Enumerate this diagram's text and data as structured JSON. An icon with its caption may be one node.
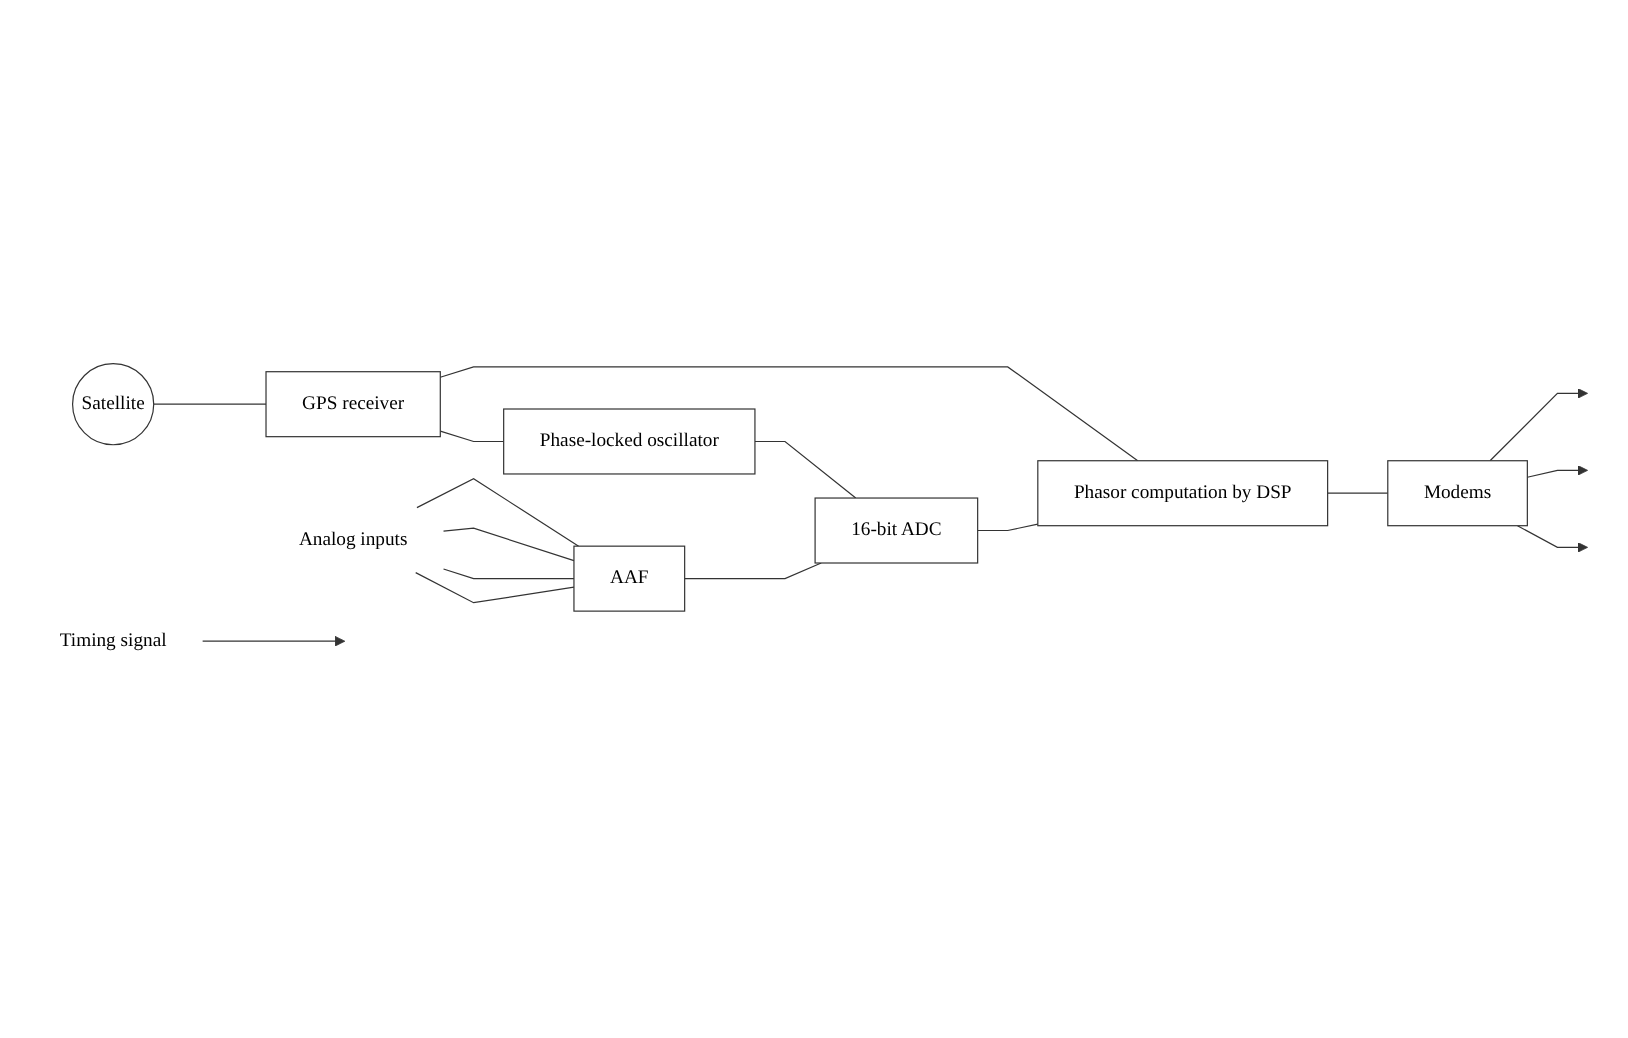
{
  "diagram": {
    "nodes": [
      {
        "text": [
          "Satellite"
        ]
      },
      {
        "text": [
          "GPS receiver"
        ]
      },
      {
        "text": [
          "Phase-locked oscillator"
        ]
      },
      {
        "text": [
          "Analog inputs"
        ]
      },
      {
        "text": [
          "Timing signal"
        ]
      },
      {
        "text": [
          "AAF"
        ]
      },
      {
        "text": [
          "16-bit ADC"
        ]
      },
      {
        "text": [
          "Phasor computation by DSP"
        ]
      },
      {
        "text": [
          "Modems"
        ]
      }
    ],
    "edges": [
      {
        "from": 0,
        "to": 1,
        "arrow": "none"
      },
      {
        "from": 1,
        "to": 2,
        "arrow": "none"
      },
      {
        "from": 1,
        "to": 7,
        "arrow": "none"
      },
      {
        "from": 2,
        "to": 6,
        "arrow": "none"
      },
      {
        "from": 4,
        "to": null,
        "arrow": "to"
      },
      {
        "from": 3,
        "to": 5,
        "arrow": "none"
      },
      {
        "from": 3,
        "to": 5,
        "arrow": "none"
      },
      {
        "from": 3,
        "to": 5,
        "arrow": "none"
      },
      {
        "from": 3,
        "to": 5,
        "arrow": "none"
      },
      {
        "from": 5,
        "to": 6,
        "arrow": "none"
      },
      {
        "from": 6,
        "to": 7,
        "arrow": "none"
      },
      {
        "from": 7,
        "to": 8,
        "arrow": "none"
      },
      {
        "from": 8,
        "to": null,
        "arrow": "to"
      },
      {
        "from": 8,
        "to": null,
        "arrow": "to"
      },
      {
        "from": 8,
        "to": null,
        "arrow": "to"
      }
    ]
  }
}
